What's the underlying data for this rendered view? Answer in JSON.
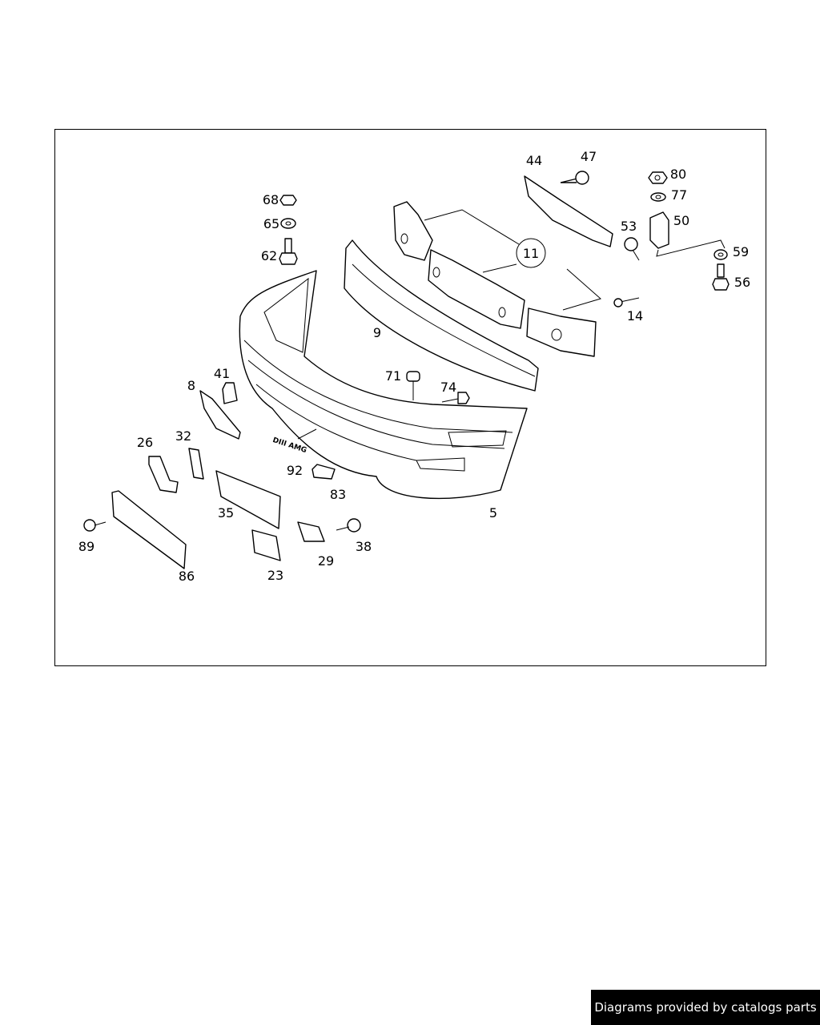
{
  "diagram": {
    "title": "Front bumper exploded view",
    "callouts": [
      "44",
      "47",
      "80",
      "77",
      "50",
      "53",
      "59",
      "56",
      "11",
      "14",
      "68",
      "65",
      "62",
      "9",
      "71",
      "74",
      "41",
      "8",
      "26",
      "32",
      "92",
      "83",
      "5",
      "35",
      "38",
      "89",
      "86",
      "23",
      "29"
    ],
    "badge_lettering": "DIII AMG"
  },
  "footer": {
    "credit": "Diagrams provided by catalogs parts"
  }
}
